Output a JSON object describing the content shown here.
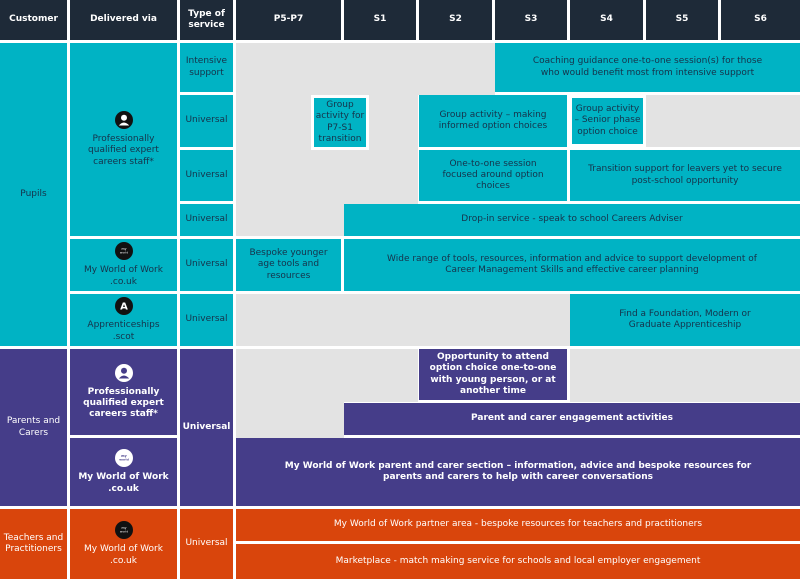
{
  "headers": [
    "Customer",
    "Delivered via",
    "Type of service",
    "P5-P7",
    "S1",
    "S2",
    "S3",
    "S4",
    "S5",
    "S6"
  ],
  "customers": {
    "pupils": "Pupils",
    "parents": "Parents and Carers",
    "teachers": "Teachers and Practitioners"
  },
  "delivered": {
    "staff": "Professionally qualified expert careers staff*",
    "mww": "My World of Work .co.uk",
    "apprenticeships": "Apprenticeships .scot",
    "staff_parents": "Professionally qualified expert careers staff*",
    "mww_parents": "My World of Work .co.uk",
    "mww_teachers": "My World of Work .co.uk"
  },
  "service_types": {
    "intensive": "Intensive support",
    "universal": "Universal"
  },
  "pupil_services": {
    "coaching": "Coaching guidance one-to-one session(s) for those who would benefit most from intensive support",
    "group_p7s1": "Group activity for P7-S1 transition",
    "group_options": "Group activity – making informed option choices",
    "group_senior": "Group activity – Senior phase option choice",
    "one_to_one_options": "One-to-one session focused around option choices",
    "transition": "Transition support for leavers yet to secure post-school opportunity",
    "dropin": "Drop-in service - speak to school Careers Adviser",
    "bespoke_younger": "Bespoke younger age tools and resources",
    "tools": "Wide range of tools, resources, information and advice to support development of Career Management Skills and effective career planning",
    "apprenticeship": "Find a Foundation, Modern or Graduate Apprenticeship"
  },
  "parent_services": {
    "opportunity": "Opportunity to attend option choice one-to-one with young person, or at another time",
    "engagement": "Parent and carer engagement activities",
    "mww_section": "My World of Work parent and carer section – information, advice and bespoke resources for parents and carers to help with career conversations"
  },
  "teacher_services": {
    "partner_area": "My World of Work partner area - bespoke resources for teachers and practitioners",
    "marketplace": "Marketplace - match making service for schools and local employer engagement"
  },
  "colors": {
    "header": "#1e2a38",
    "pupils": "#00b3c4",
    "parents": "#453d89",
    "teachers": "#d9450c",
    "empty": "#e3e3e3"
  },
  "icons": {
    "staff": "person-icon",
    "mww": "mww-logo-icon",
    "apprenticeships": "apprenticeships-logo-icon"
  }
}
